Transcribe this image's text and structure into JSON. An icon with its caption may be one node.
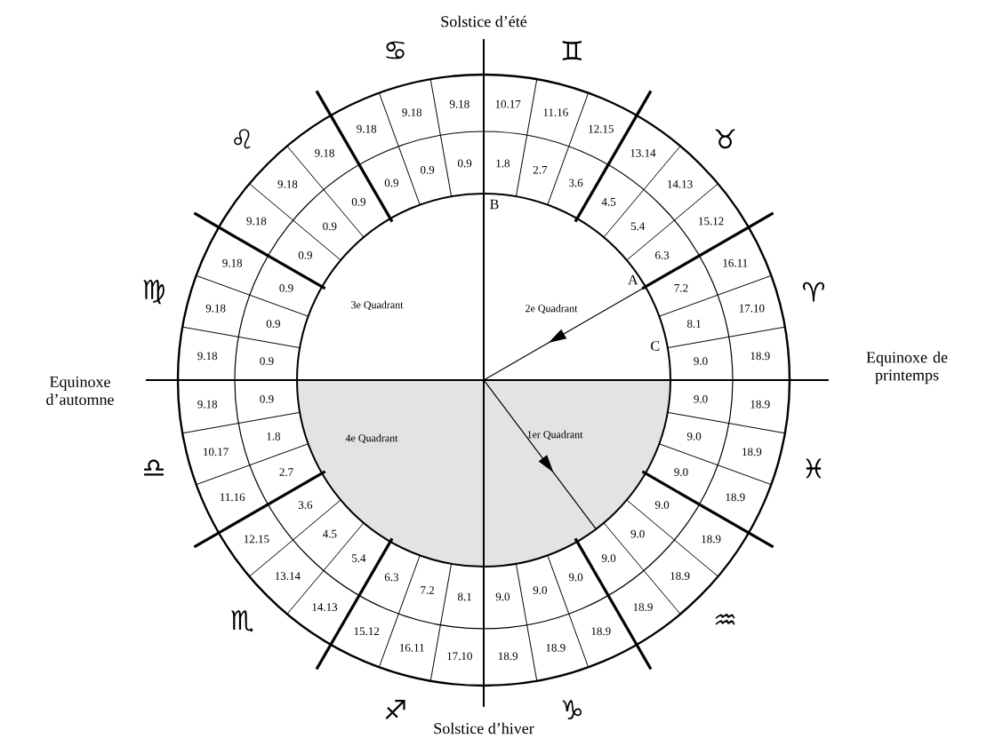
{
  "diagram": {
    "labels": [
      "Solstice d’été",
      "Equinoxe d’automne",
      "Equinoxe de printemps",
      "Solstice d’hiver",
      "♈",
      "♉",
      "♊",
      "♋",
      "♌",
      "♍",
      "♎",
      "♏",
      "♐",
      "♑",
      "♒",
      "♓",
      "2e Quadrant",
      "3e Quadrant",
      "4e Quadrant",
      "1er Quadrant",
      "A",
      "B",
      "C",
      "9.0",
      "18.9",
      "8.1",
      "17.10",
      "7.2",
      "16.11",
      "6.3",
      "15.12",
      "5.4",
      "14.13",
      "4.5",
      "13.14",
      "3.6",
      "12.15",
      "2.7",
      "11.16",
      "1.8",
      "10.17",
      "0.9",
      "9.18",
      "0.9",
      "9.18",
      "0.9",
      "9.18",
      "0.9",
      "9.18",
      "0.9",
      "9.18",
      "0.9",
      "9.18",
      "0.9",
      "9.18",
      "0.9",
      "9.18",
      "0.9",
      "9.18",
      "0.9",
      "9.18",
      "1.8",
      "10.17",
      "2.7",
      "11.16",
      "3.6",
      "12.15",
      "4.5",
      "13.14",
      "5.4",
      "14.13",
      "6.3",
      "15.12",
      "7.2",
      "16.11",
      "8.1",
      "17.10",
      "9.0",
      "18.9",
      "9.0",
      "18.9",
      "9.0",
      "18.9",
      "9.0",
      "18.9",
      "9.0",
      "18.9",
      "9.0",
      "18.9",
      "9.0",
      "18.9",
      "9.0",
      "18.9",
      "9.0",
      "18.9"
    ]
  }
}
